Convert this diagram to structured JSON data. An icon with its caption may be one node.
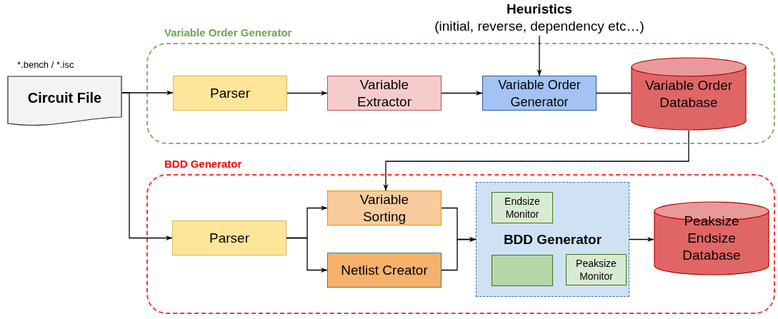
{
  "diagram": {
    "nodes": [
      {
        "text": [
          "Variable Order Generator"
        ]
      },
      {
        "text": [
          "Heuristics",
          "(initial, reverse, dependency etc…)"
        ]
      },
      {
        "text": [
          "Circuit File"
        ],
        "beside": [
          "*.bench / *.isc"
        ]
      },
      {
        "text": [
          "Parser"
        ],
        "in": 0
      },
      {
        "text": [
          "Variable Extractor"
        ],
        "in": 0
      },
      {
        "text": [
          "Variable Order Generator"
        ],
        "in": 0
      },
      {
        "text": [
          "Variable Order Database"
        ],
        "in": 0
      },
      {
        "text": [
          "BDD Generator"
        ]
      },
      {
        "text": [
          "Parser"
        ],
        "in": 7
      },
      {
        "text": [
          "Variable Sorting"
        ],
        "in": 7
      },
      {
        "text": [
          "Netlist Creator"
        ],
        "in": 7
      },
      {
        "text": [
          "BDD Generator"
        ],
        "in": 7
      },
      {
        "text": [
          "Endsize Monitor"
        ],
        "in": 11
      },
      {
        "text": [],
        "shape": "box",
        "in": 11
      },
      {
        "text": [
          "Peaksize Monitor"
        ],
        "in": 11
      },
      {
        "text": [
          "Peaksize Endsize Database"
        ],
        "in": 7
      }
    ],
    "edges": [
      {
        "from": 2,
        "to": 3,
        "arrow": "to"
      },
      {
        "from": 3,
        "to": 4,
        "arrow": "to"
      },
      {
        "from": 4,
        "to": 5,
        "arrow": "to"
      },
      {
        "from": 1,
        "to": 5,
        "arrow": "to"
      },
      {
        "from": 5,
        "to": 6,
        "arrow": "none"
      },
      {
        "from": 6,
        "to": 9,
        "arrow": "to"
      },
      {
        "from": 2,
        "to": 8,
        "arrow": "to"
      },
      {
        "from": 8,
        "to": 9,
        "arrow": "to"
      },
      {
        "from": 8,
        "to": 10,
        "arrow": "to"
      },
      {
        "from": 9,
        "to": 11,
        "arrow": "to"
      },
      {
        "from": 10,
        "to": 11,
        "arrow": "to"
      },
      {
        "from": 11,
        "to": 15,
        "arrow": "to"
      }
    ]
  }
}
